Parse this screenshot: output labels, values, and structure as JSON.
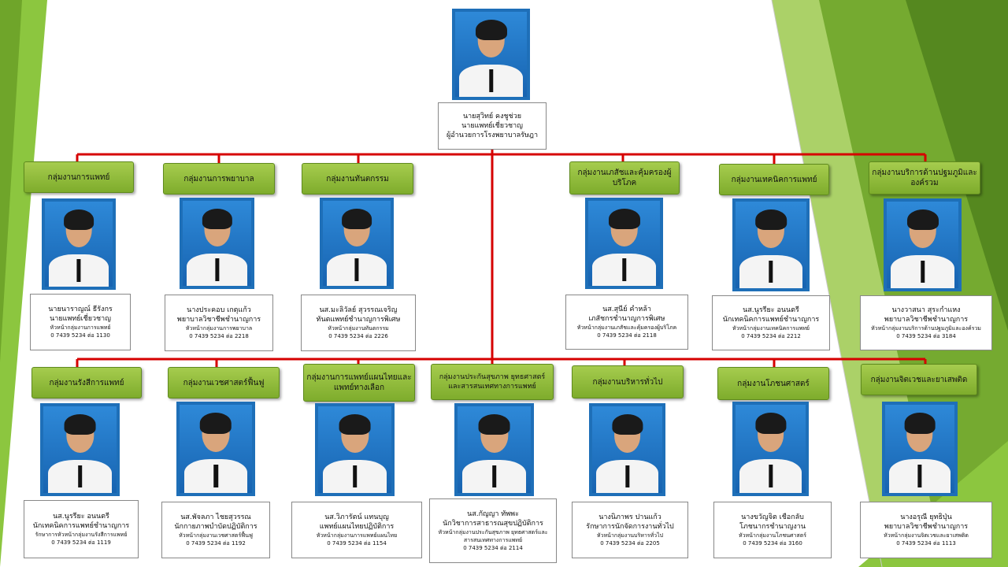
{
  "colors": {
    "accent_green": "#8ab83a",
    "line_red": "#d60000",
    "photo_frame": "#1e6fb8"
  },
  "director": {
    "name": "นายสุวิทย์ คงชูช่วย",
    "position": "นายแพทย์เชี่ยวชาญ",
    "role": "ผู้อำนวยการโรงพยาบาลรัษฎา"
  },
  "row1": [
    {
      "group": "กลุ่มงานการแพทย์",
      "name": "นายนาราญณ์ ธีรังกร",
      "position": "นายแพทย์เชี่ยวชาญ",
      "role": "หัวหน้ากลุ่มงานการแพทย์",
      "tel": "0 7439 5234 ต่อ 1130"
    },
    {
      "group": "กลุ่มงานการพยาบาล",
      "name": "นางประคอบ เกตุแก้ว",
      "position": "พยาบาลวิชาชีพชำนาญการ",
      "role": "หัวหน้ากลุ่มงานการพยาบาล",
      "tel": "0 7439 5234 ต่อ 2218"
    },
    {
      "group": "กลุ่มงานทันตกรรม",
      "name": "นส.มะลิวัลย์ สุวรรณเจริญ",
      "position": "ทันตแพทย์ชำนาญการพิเศษ",
      "role": "หัวหน้ากลุ่มงานทันตกรรม",
      "tel": "0 7439 5234 ต่อ 2226"
    },
    {
      "group": "กลุ่มงานเภสัชและคุ้มครองผู้บริโภค",
      "name": "นส.สุนีย์ คำหล้า",
      "position": "เภสัชกรชำนาญการพิเศษ",
      "role": "หัวหน้ากลุ่มงานเภสัชและคุ้มครองผู้บริโภค",
      "tel": "0 7439 5234 ต่อ 2118"
    },
    {
      "group": "กลุ่มงานเทคนิคการแพทย์",
      "name": "นส.นูรรียะ อนนตรี",
      "position": "นักเทคนิคการแพทย์ชำนาญการ",
      "role": "หัวหน้ากลุ่มงานเทคนิคการแพทย์",
      "tel": "0 7439 5234 ต่อ 2212"
    },
    {
      "group": "กลุ่มงานบริการด้านปฐมภูมิและองค์รวม",
      "name": "นางวาสนา สุระกำแหง",
      "position": "พยาบาลวิชาชีพชำนาญการ",
      "role": "หัวหน้ากลุ่มงานบริการด้านปฐมภูมิและองค์รวม",
      "tel": "0 7439 5234 ต่อ 3184"
    }
  ],
  "row2": [
    {
      "group": "กลุ่มงานรังสีการแพทย์",
      "name": "นส.นูรรียะ อนนตรี",
      "position": "นักเทคนิคการแพทย์ชำนาญการ",
      "role": "รักษาการหัวหน้ากลุ่มงานรังสีการแพทย์",
      "tel": "0 7439 5234 ต่อ 1119"
    },
    {
      "group": "กลุ่มงานเวชศาสตร์ฟื้นฟู",
      "name": "นส.พัจลภา ไชยสุวรรณ",
      "position": "นักกายภาพบำบัดปฏิบัติการ",
      "role": "หัวหน้ากลุ่มงานเวชศาสตร์ฟื้นฟู",
      "tel": "0 7439 5234 ต่อ 1192"
    },
    {
      "group": "กลุ่มงานการแพทย์แผนไทยและแพทย์ทางเลือก",
      "name": "นส.วิภารัตน์ แทนบุญ",
      "position": "แพทย์แผนไทยปฏิบัติการ",
      "role": "หัวหน้ากลุ่มงานการแพทย์แผนไทย",
      "tel": "0 7439 5234 ต่อ 1154"
    },
    {
      "group": "กลุ่มงานประกันสุขภาพ ยุทธศาสตร์และสารสนเทศทางการแพทย์",
      "name": "นส.กัญญา ทัพพะ",
      "position": "นักวิชาการสาธารณสุขปฏิบัติการ",
      "role": "หัวหน้ากลุ่มงานประกันสุขภาพ ยุทธศาสตร์และสารสนเทศทางการแพทย์",
      "tel": "0 7439 5234 ต่อ 2114"
    },
    {
      "group": "กลุ่มงานบริหารทั่วไป",
      "name": "นางนิภาพร ปานแก้ว",
      "position": "รักษาการนักจัดการงานทั่วไป",
      "role": "หัวหน้ากลุ่มงานบริหารทั่วไป",
      "tel": "0 7439 5234 ต่อ 2205"
    },
    {
      "group": "กลุ่มงานโภชนศาสตร์",
      "name": "นางขวัญจิต เชือกลับ",
      "position": "โภชนากรชำนาญงาน",
      "role": "หัวหน้ากลุ่มงานโภชนศาสตร์",
      "tel": "0 7439 5234 ต่อ 3160"
    },
    {
      "group": "กลุ่มงานจิตเวชและยาเสพติด",
      "name": "นางอรุณี ยุทธิปุ่น",
      "position": "พยาบาลวิชาชีพชำนาญการ",
      "role": "หัวหน้ากลุ่มงานจิตเวชและยาเสพติด",
      "tel": "0 7439 5234 ต่อ 1113"
    }
  ]
}
